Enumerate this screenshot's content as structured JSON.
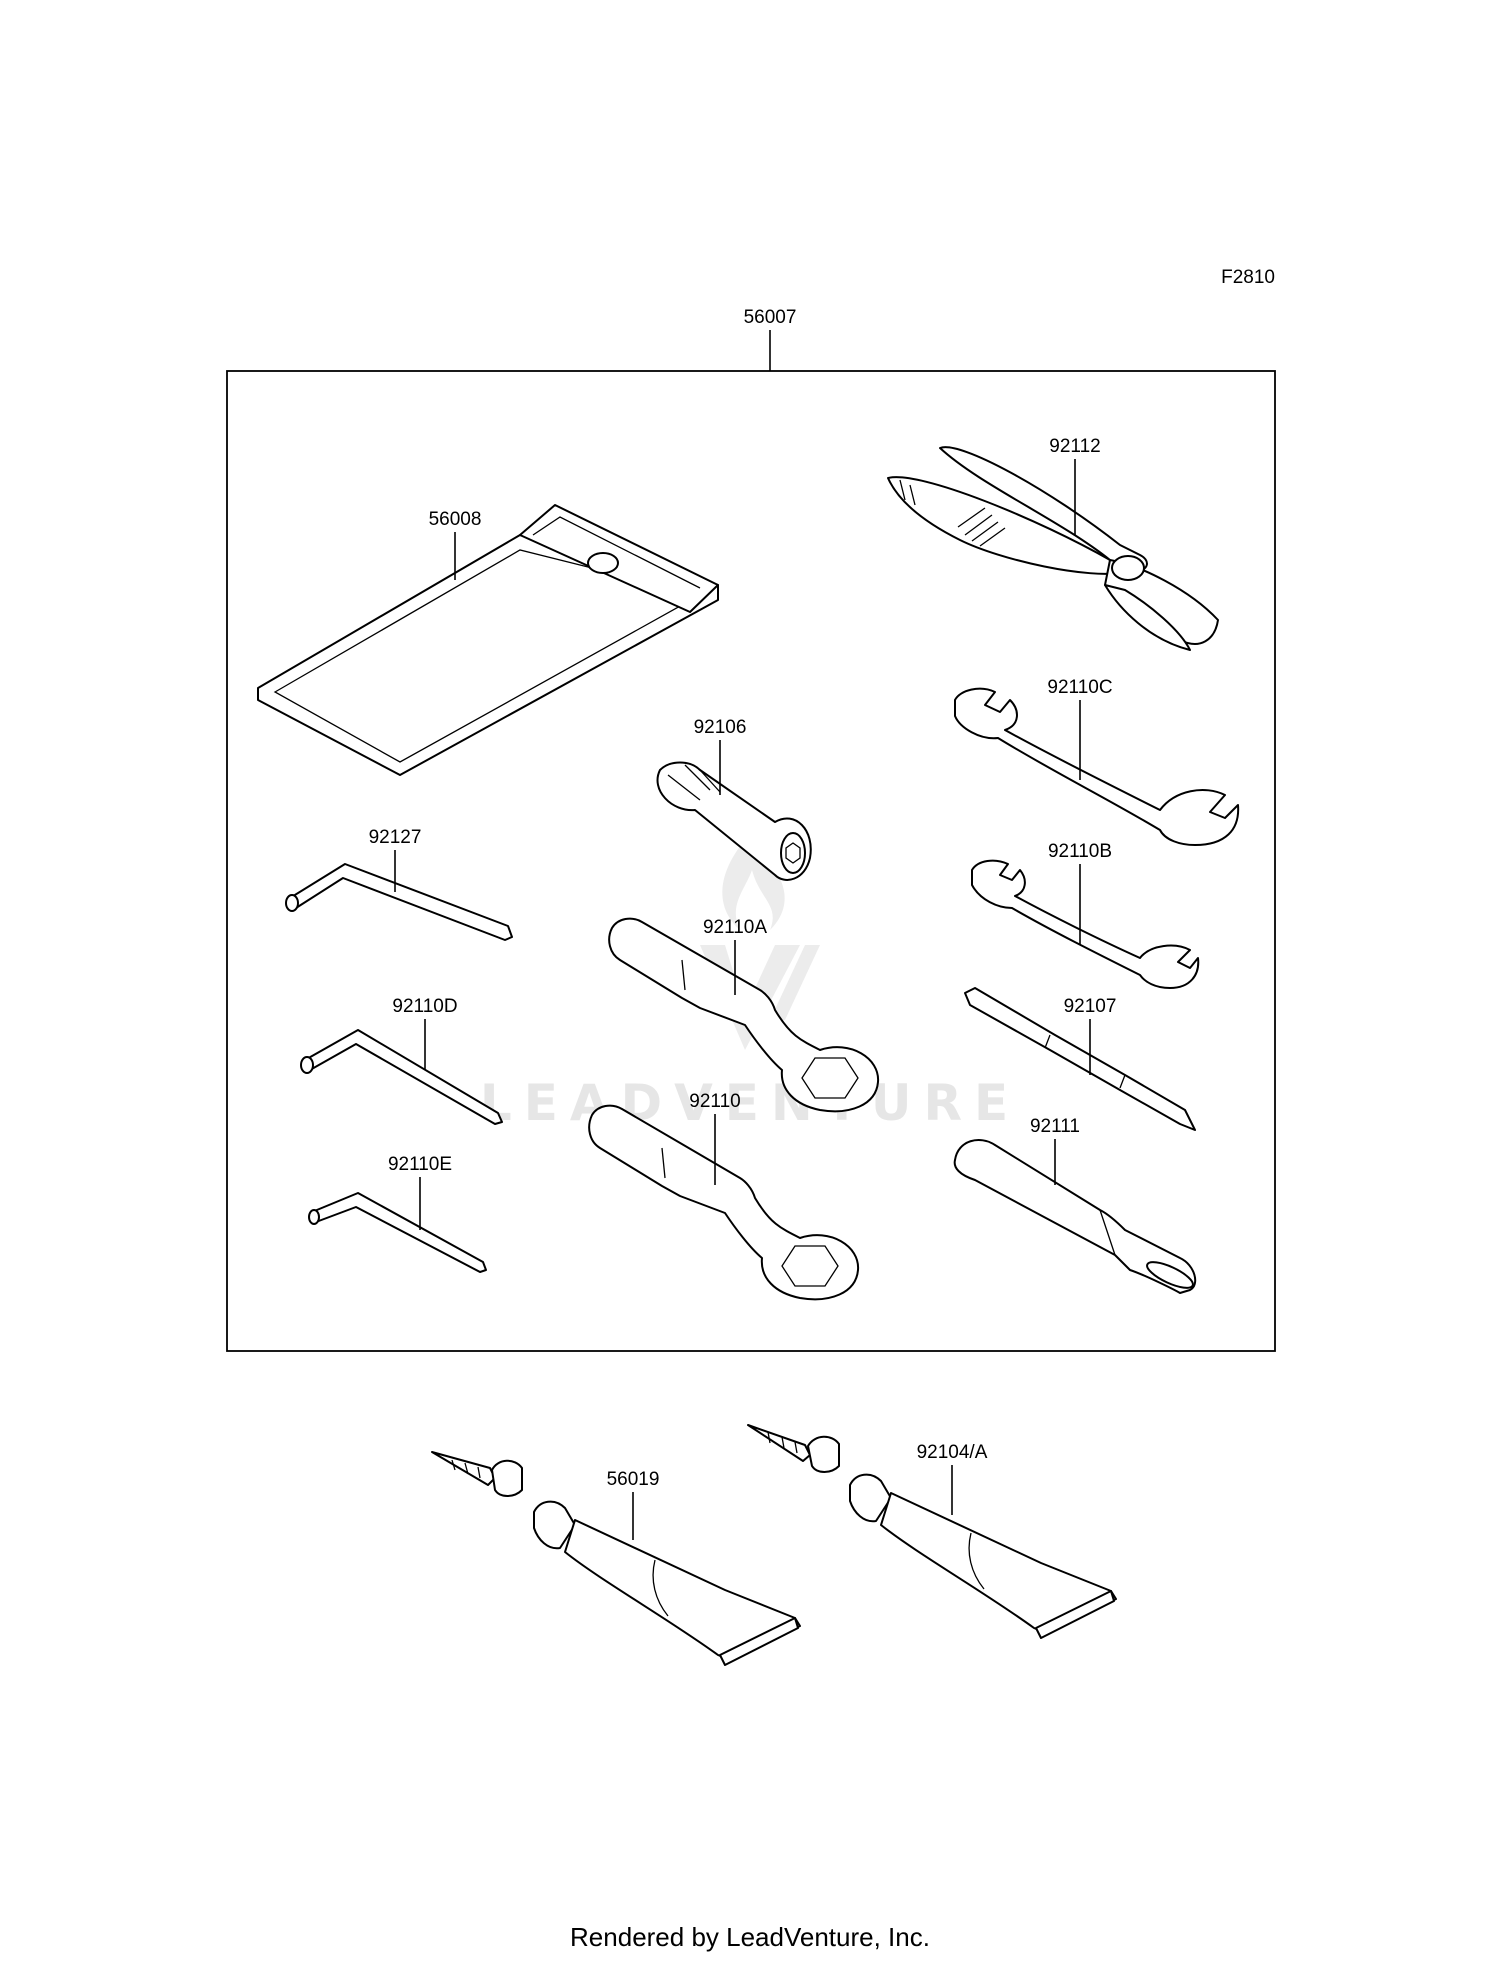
{
  "figure_code": "F2810",
  "watermark": "LEADVENTURE",
  "footer": "Rendered by LeadVenture, Inc.",
  "parts": {
    "kit": "56007",
    "pouch": "56008",
    "pliers": "92112",
    "wrench_c": "92110C",
    "socket": "92106",
    "hex_key_main": "92127",
    "wrench_b": "92110B",
    "ring_wrench_a": "92110A",
    "screwdriver": "92107",
    "hex_key_d": "92110D",
    "ring_wrench": "92110",
    "handle": "92111",
    "hex_key_e": "92110E",
    "grease_tube_left": "56019",
    "grease_tube_right": "92104/A"
  }
}
